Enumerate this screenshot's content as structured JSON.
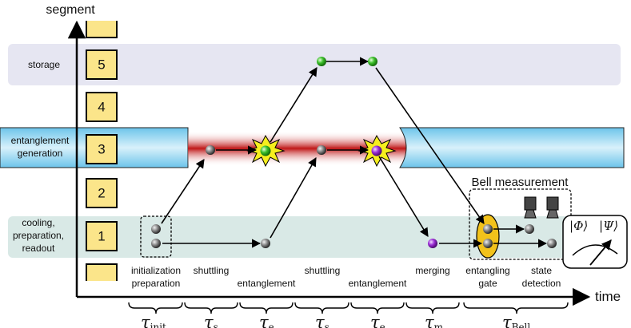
{
  "axes": {
    "y_label": "segment",
    "x_label": "time"
  },
  "segments": [
    "1",
    "2",
    "3",
    "4",
    "5"
  ],
  "zones": {
    "storage": "storage",
    "entanglement": [
      "entanglement",
      "generation"
    ],
    "cooling": [
      "cooling,",
      "preparation,",
      "readout"
    ]
  },
  "steps": {
    "init": [
      "initialization",
      "preparation"
    ],
    "shuttling1": "shuttling",
    "entanglement1": "entanglement",
    "shuttling2": "shuttling",
    "entanglement2": "entanglement",
    "merging": "merging",
    "gate": [
      "entangling",
      "gate"
    ],
    "detection": [
      "state",
      "detection"
    ]
  },
  "bell_measurement": "Bell measurement",
  "kets": {
    "phi": "Φ",
    "psi": "Ψ"
  },
  "time_intervals": [
    {
      "symbol": "τ",
      "sub": "init"
    },
    {
      "symbol": "τ",
      "sub": "s"
    },
    {
      "symbol": "τ",
      "sub": "e"
    },
    {
      "symbol": "τ",
      "sub": "s"
    },
    {
      "symbol": "τ",
      "sub": "e"
    },
    {
      "symbol": "τ",
      "sub": "m"
    },
    {
      "symbol": "τ",
      "sub": "Bell"
    }
  ],
  "colors": {
    "storage_band": "#e6e6f2",
    "cooling_band": "#d9e9e6",
    "fiber": "#8fd3ef",
    "laser": "#cc1d1d",
    "segment_box": "#fbe58a",
    "ion_grey": "#777777",
    "ion_green": "#3bbf2a",
    "ion_purple": "#9b2dd6",
    "flash": "#f6ee1e",
    "gate": "#f2c21b"
  }
}
